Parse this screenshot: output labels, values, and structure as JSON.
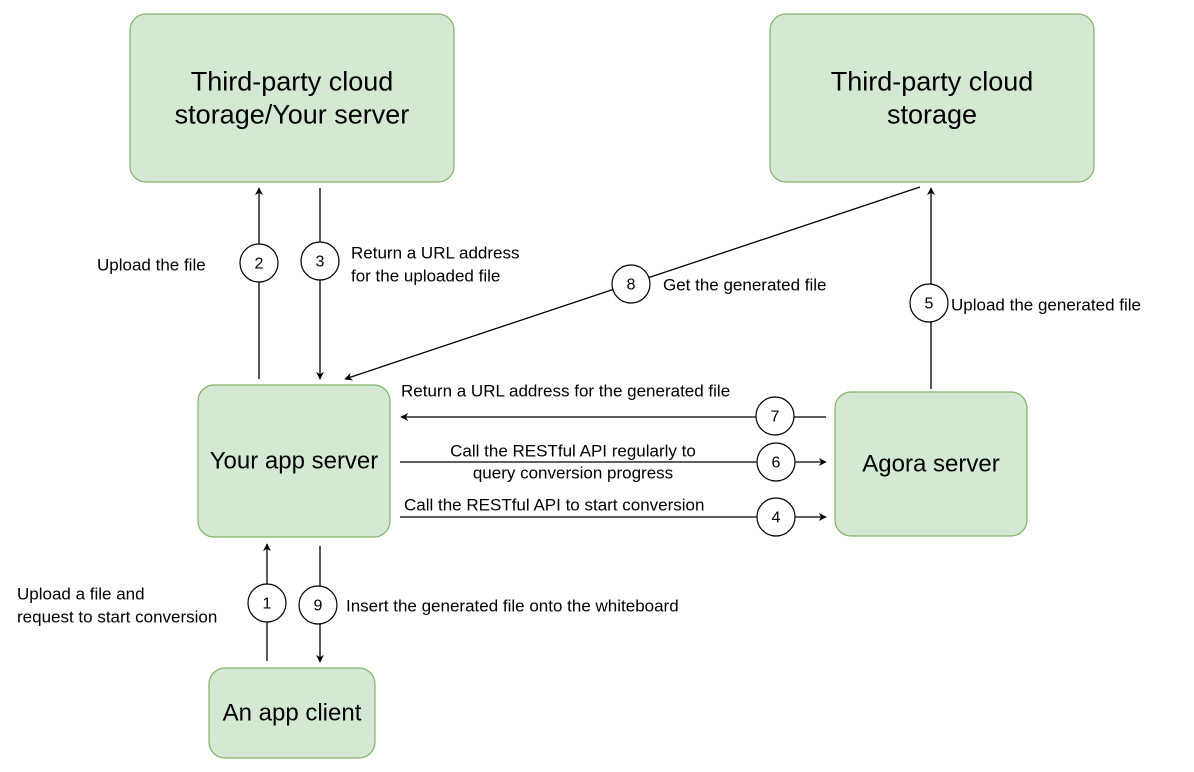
{
  "colors": {
    "node_fill": "#d5e8d4",
    "node_stroke": "#82b366",
    "edge": "#000000",
    "background": "#ffffff"
  },
  "nodes": {
    "storage_left": {
      "lines": [
        "Third-party cloud",
        "storage/Your server"
      ]
    },
    "storage_right": {
      "lines": [
        "Third-party cloud",
        "storage"
      ]
    },
    "app_server": {
      "lines": [
        "Your app server"
      ]
    },
    "agora_server": {
      "lines": [
        "Agora server"
      ]
    },
    "app_client": {
      "lines": [
        "An app client"
      ]
    }
  },
  "steps": [
    {
      "number": "1",
      "label": [
        "Upload a file and",
        "request to start conversion"
      ]
    },
    {
      "number": "2",
      "label": [
        "Upload the file"
      ]
    },
    {
      "number": "3",
      "label": [
        "Return a URL address",
        "for the uploaded file"
      ]
    },
    {
      "number": "4",
      "label": [
        "Call the RESTful API to start conversion"
      ]
    },
    {
      "number": "5",
      "label": [
        "Upload the generated file"
      ]
    },
    {
      "number": "6",
      "label": [
        "Call the RESTful API regularly to",
        "query conversion progress"
      ]
    },
    {
      "number": "7",
      "label": [
        "Return a URL address for the generated file"
      ]
    },
    {
      "number": "8",
      "label": [
        "Get the generated file"
      ]
    },
    {
      "number": "9",
      "label": [
        "Insert the generated file onto the whiteboard"
      ]
    }
  ]
}
